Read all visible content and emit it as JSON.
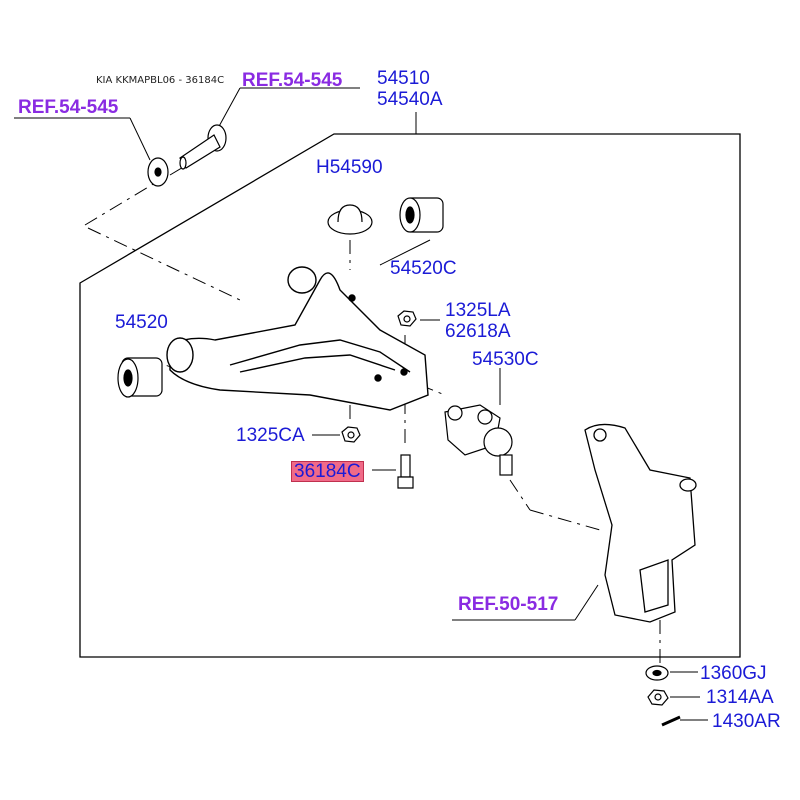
{
  "header": "KIA KKMAPBL06 - 36184C",
  "refs": {
    "ref_top": "REF.54-545",
    "ref_left": "REF.54-545",
    "ref_knuckle": "REF.50-517"
  },
  "parts": {
    "p54510": "54510",
    "p54540a": "54540A",
    "h54590": "H54590",
    "p54520c": "54520C",
    "p54520": "54520",
    "p1325la": "1325LA",
    "p62618a": "62618A",
    "p54530c": "54530C",
    "p1325ca": "1325CA",
    "p36184c": "36184C",
    "p1360gj": "1360GJ",
    "p1314aa": "1314AA",
    "p1430ar": "1430AR"
  },
  "colors": {
    "part_label": "#1b1bd6",
    "ref_label": "#8a2be2",
    "highlight": "#f06a88",
    "line": "#000000"
  }
}
